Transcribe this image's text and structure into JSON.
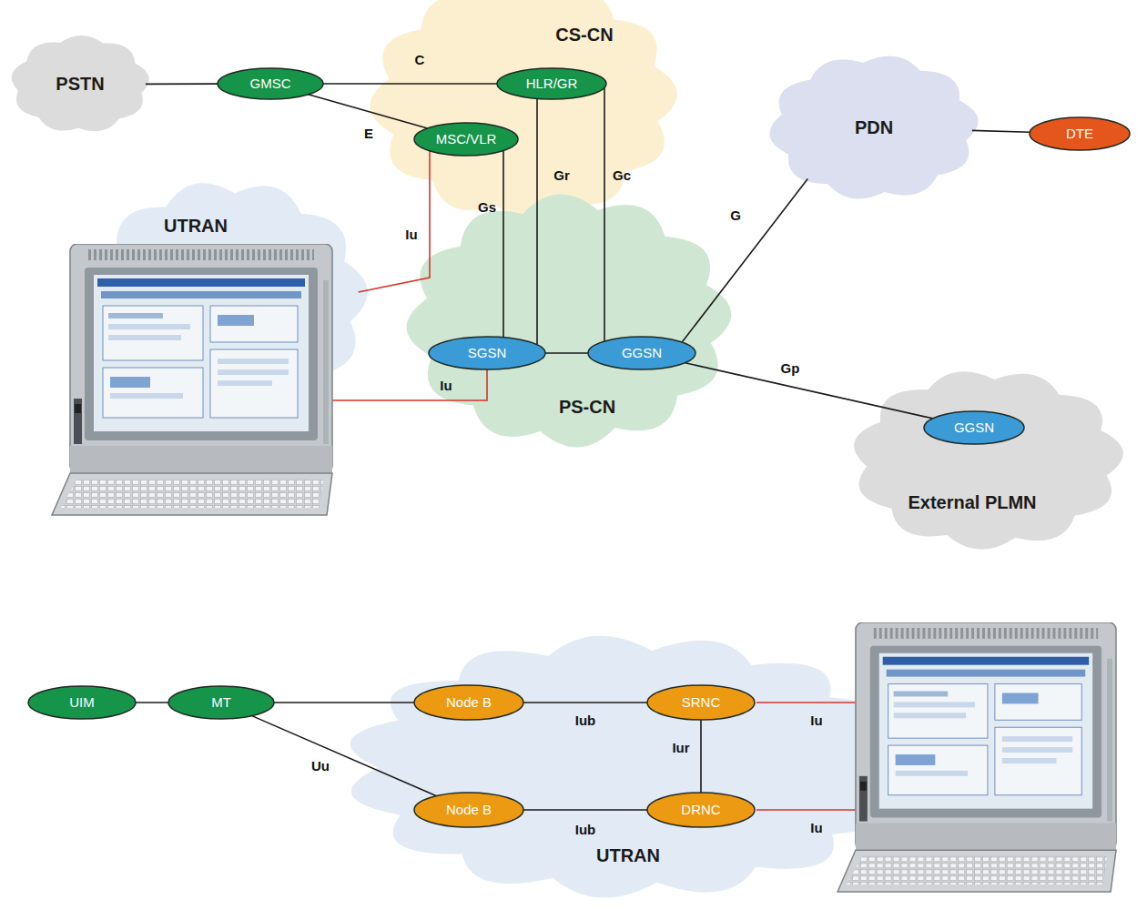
{
  "diagram": {
    "nodes": [
      {
        "text": [
          "PSTN"
        ]
      },
      {
        "text": [
          "GMSC"
        ]
      },
      {
        "text": [
          "CS-CN"
        ]
      },
      {
        "text": [
          "HLR/GR"
        ],
        "in": 2
      },
      {
        "text": [
          "MSC/VLR"
        ],
        "in": 2
      },
      {
        "text": [
          "PDN"
        ]
      },
      {
        "text": [
          "DTE"
        ]
      },
      {
        "text": [
          "UTRAN"
        ]
      },
      {
        "text": [
          "PS-CN"
        ]
      },
      {
        "text": [
          "SGSN"
        ],
        "in": 8
      },
      {
        "text": [
          "GGSN"
        ],
        "in": 8
      },
      {
        "text": [
          "External PLMN"
        ]
      },
      {
        "text": [
          "GGSN"
        ],
        "in": 11
      },
      {
        "text": [
          "UIM"
        ]
      },
      {
        "text": [
          "MT"
        ]
      },
      {
        "text": [
          "UTRAN"
        ]
      },
      {
        "text": [
          "Node B"
        ],
        "in": 15
      },
      {
        "text": [
          "Node B"
        ],
        "in": 15
      },
      {
        "text": [
          "SRNC"
        ],
        "in": 15
      },
      {
        "text": [
          "DRNC"
        ],
        "in": 15
      }
    ],
    "edges": [
      {
        "from": 0,
        "to": 1,
        "arrow": "none"
      },
      {
        "from": 1,
        "to": 3,
        "label": "C",
        "arrow": "none"
      },
      {
        "from": 1,
        "to": 4,
        "label": "E",
        "arrow": "none"
      },
      {
        "from": 7,
        "to": 4,
        "label": "Iu",
        "arrow": "none"
      },
      {
        "from": 7,
        "to": 9,
        "label": "Iu",
        "arrow": "none"
      },
      {
        "from": 4,
        "to": 9,
        "label": "Gs",
        "arrow": "none"
      },
      {
        "from": 3,
        "to": 9,
        "label": "Gr",
        "arrow": "none"
      },
      {
        "from": 3,
        "to": 10,
        "label": "Gc",
        "arrow": "none"
      },
      {
        "from": 9,
        "to": 10,
        "arrow": "none"
      },
      {
        "from": 10,
        "to": 5,
        "label": "G",
        "arrow": "none"
      },
      {
        "from": 10,
        "to": 12,
        "label": "Gp",
        "arrow": "none"
      },
      {
        "from": 5,
        "to": 6,
        "arrow": "none"
      },
      {
        "from": 13,
        "to": 14,
        "arrow": "none"
      },
      {
        "from": 14,
        "to": 16,
        "arrow": "none"
      },
      {
        "from": 14,
        "to": 17,
        "label": "Uu",
        "arrow": "none"
      },
      {
        "from": 16,
        "to": 18,
        "label": "Iub",
        "arrow": "none"
      },
      {
        "from": 17,
        "to": 19,
        "label": "Iub",
        "arrow": "none"
      },
      {
        "from": 18,
        "to": 19,
        "label": "Iur",
        "arrow": "none"
      }
    ],
    "labels": [
      "Iu",
      "Iu"
    ]
  }
}
